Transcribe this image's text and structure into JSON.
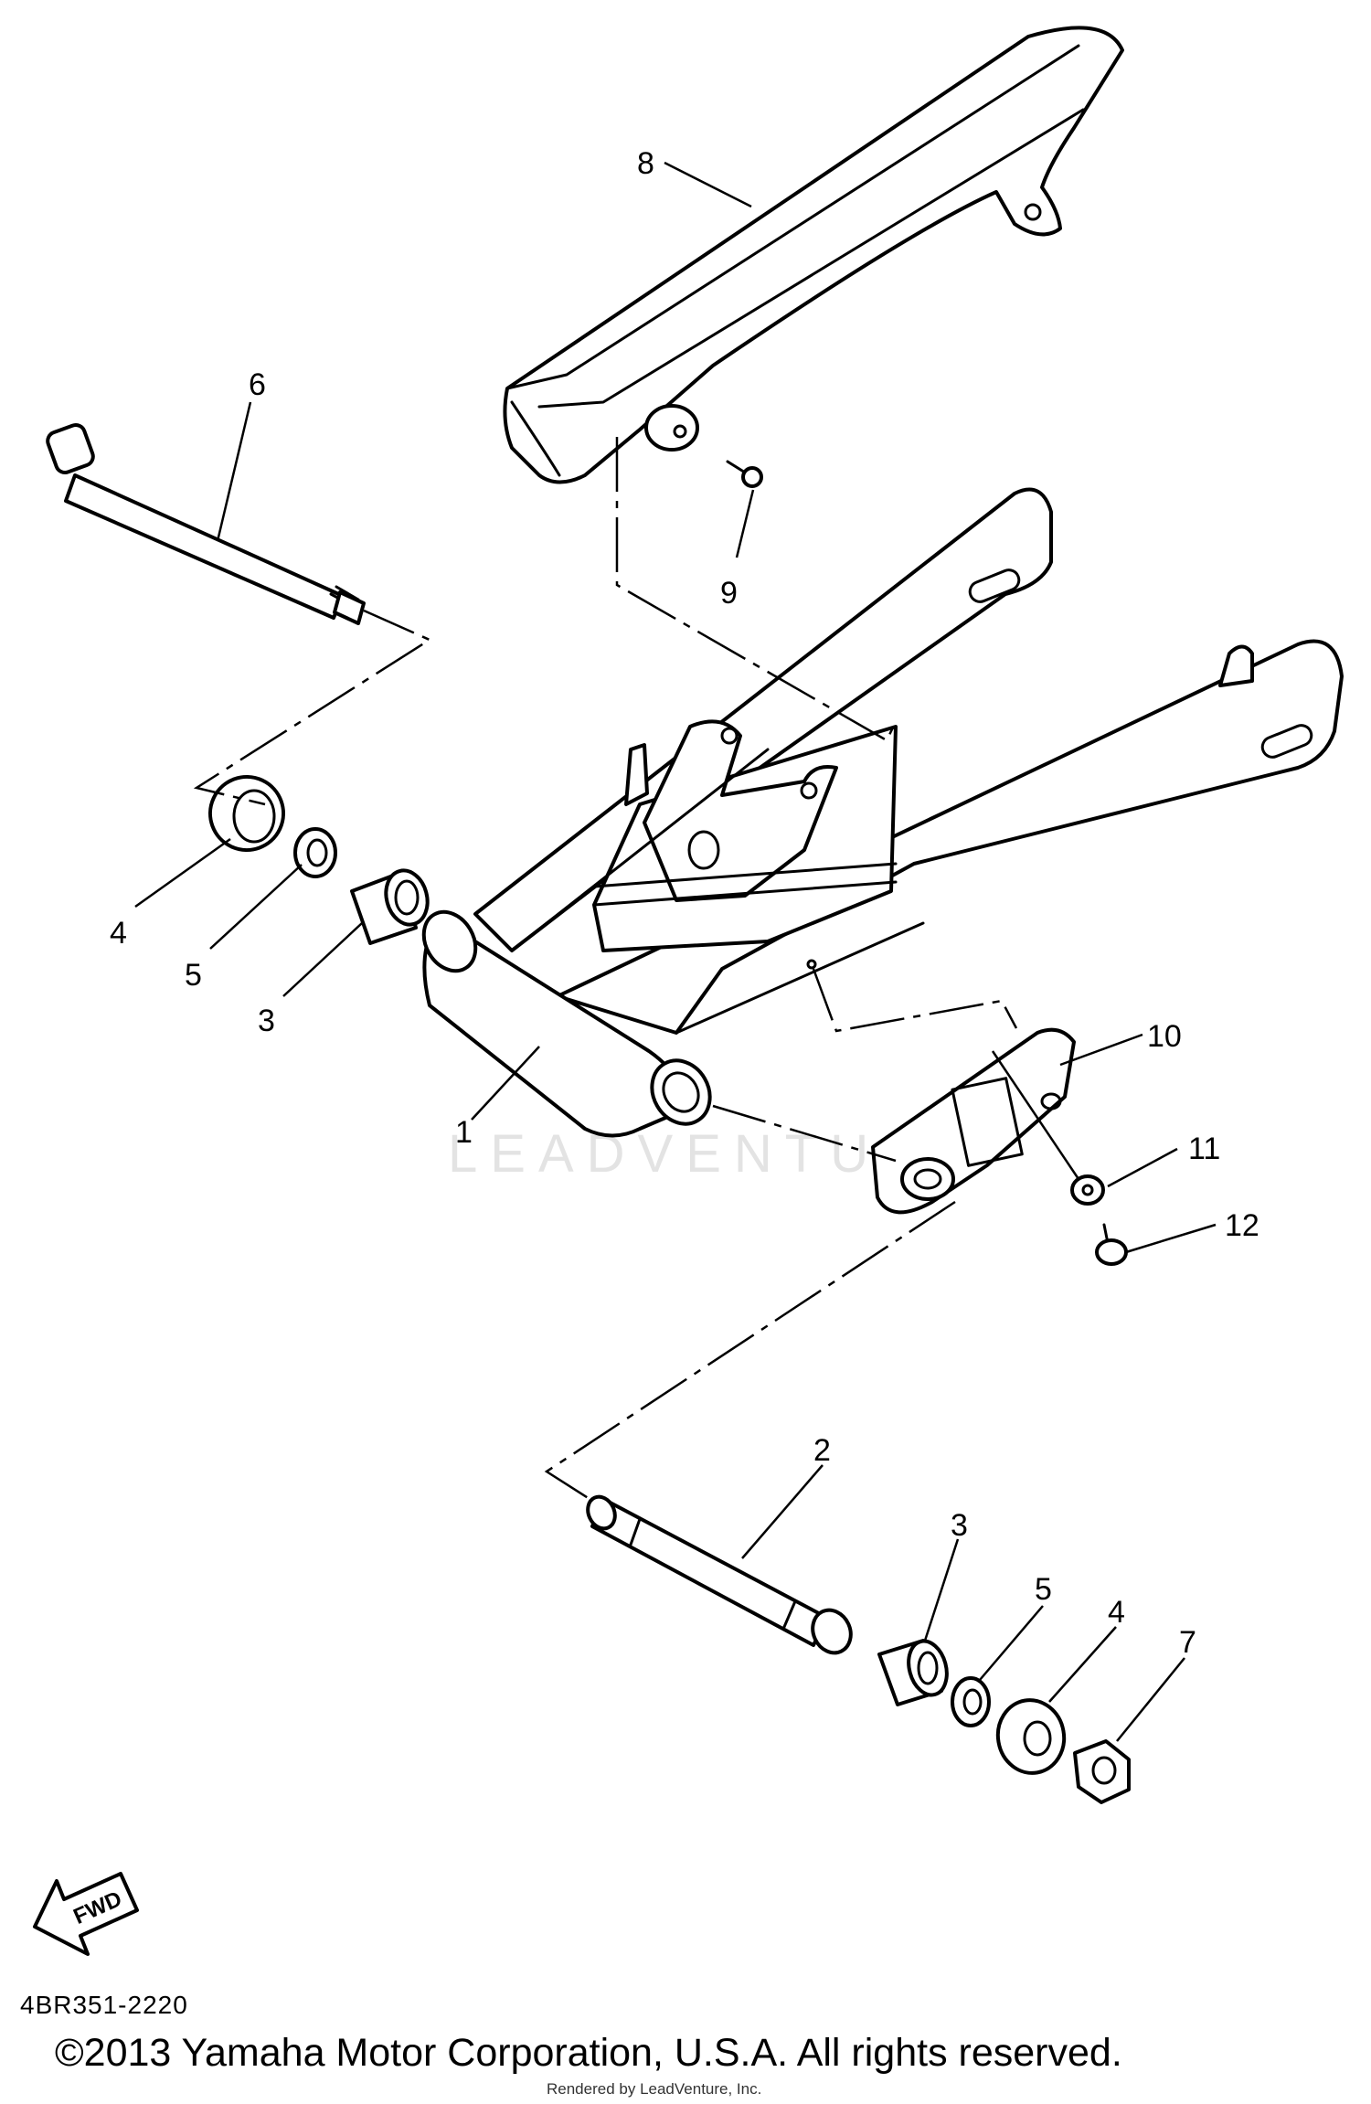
{
  "diagram": {
    "callouts": {
      "c1": "1",
      "c2": "2",
      "c3a": "3",
      "c3b": "3",
      "c4a": "4",
      "c4b": "4",
      "c5a": "5",
      "c5b": "5",
      "c6": "6",
      "c7": "7",
      "c8": "8",
      "c9": "9",
      "c10": "10",
      "c11": "11",
      "c12": "12"
    },
    "fwd_label": "FWD",
    "watermark": "LEADVENTURE"
  },
  "footer": {
    "part_code": "4BR351-2220",
    "copyright": "©2013 Yamaha Motor Corporation, U.S.A. All rights reserved.",
    "render_credit": "Rendered by LeadVenture, Inc."
  }
}
